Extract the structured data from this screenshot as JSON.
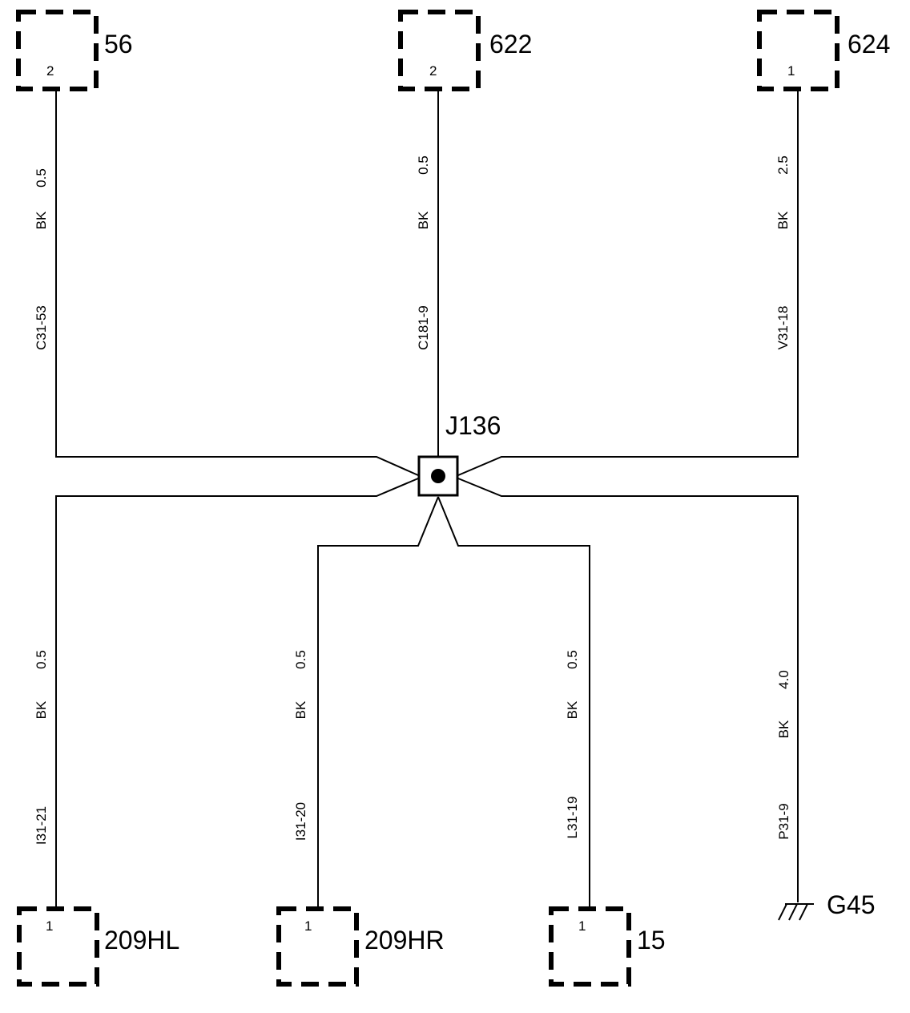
{
  "splice": {
    "label": "J136"
  },
  "ground": {
    "label": "G45"
  },
  "connectors": {
    "c56": {
      "label": "56",
      "pin": "2"
    },
    "c622": {
      "label": "622",
      "pin": "2"
    },
    "c624": {
      "label": "624",
      "pin": "1"
    },
    "c209hl": {
      "label": "209HL",
      "pin": "1"
    },
    "c209hr": {
      "label": "209HR",
      "pin": "1"
    },
    "c15": {
      "label": "15",
      "pin": "1"
    }
  },
  "wires": {
    "w56": {
      "size": "0.5",
      "color": "BK",
      "circuit": "C31-53"
    },
    "w622": {
      "size": "0.5",
      "color": "BK",
      "circuit": "C181-9"
    },
    "w624": {
      "size": "2.5",
      "color": "BK",
      "circuit": "V31-18"
    },
    "w209hl": {
      "size": "0.5",
      "color": "BK",
      "circuit": "I31-21"
    },
    "w209hr": {
      "size": "0.5",
      "color": "BK",
      "circuit": "I31-20"
    },
    "w15": {
      "size": "0.5",
      "color": "BK",
      "circuit": "L31-19"
    },
    "wg45": {
      "size": "4.0",
      "color": "BK",
      "circuit": "P31-9"
    }
  }
}
